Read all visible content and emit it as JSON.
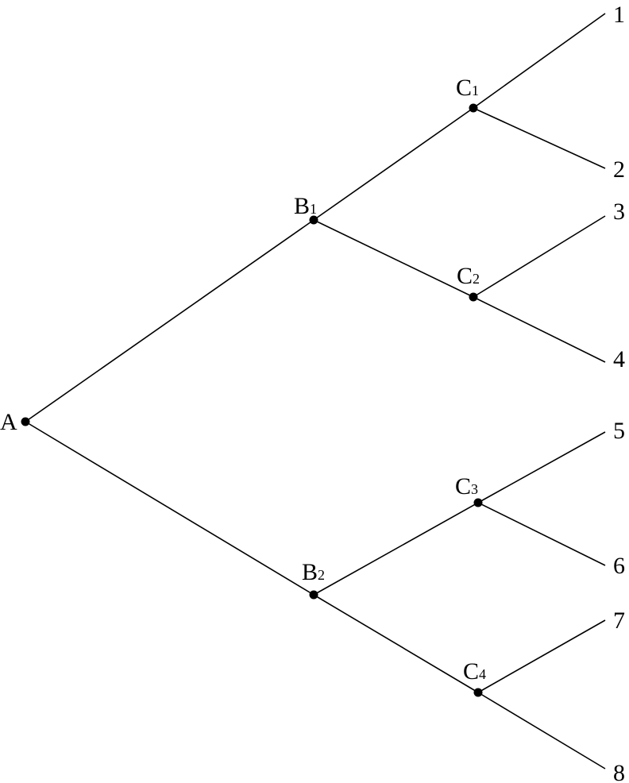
{
  "diagram": {
    "type": "tree",
    "root": "A",
    "nodes": [
      {
        "id": "A",
        "letter": "A",
        "sub": ""
      },
      {
        "id": "B1",
        "letter": "B",
        "sub": "1"
      },
      {
        "id": "B2",
        "letter": "B",
        "sub": "2"
      },
      {
        "id": "C1",
        "letter": "C",
        "sub": "1"
      },
      {
        "id": "C2",
        "letter": "C",
        "sub": "2"
      },
      {
        "id": "C3",
        "letter": "C",
        "sub": "3"
      },
      {
        "id": "C4",
        "letter": "C",
        "sub": "4"
      }
    ],
    "leaves": [
      "1",
      "2",
      "3",
      "4",
      "5",
      "6",
      "7",
      "8"
    ],
    "edges": [
      [
        "A",
        "B1"
      ],
      [
        "A",
        "B2"
      ],
      [
        "B1",
        "C1"
      ],
      [
        "B1",
        "C2"
      ],
      [
        "B2",
        "C3"
      ],
      [
        "B2",
        "C4"
      ],
      [
        "C1",
        "1"
      ],
      [
        "C1",
        "2"
      ],
      [
        "C2",
        "3"
      ],
      [
        "C2",
        "4"
      ],
      [
        "C3",
        "5"
      ],
      [
        "C3",
        "6"
      ],
      [
        "C4",
        "7"
      ],
      [
        "C4",
        "8"
      ]
    ],
    "colors": {
      "line": "#000000",
      "background": "#ffffff"
    }
  }
}
